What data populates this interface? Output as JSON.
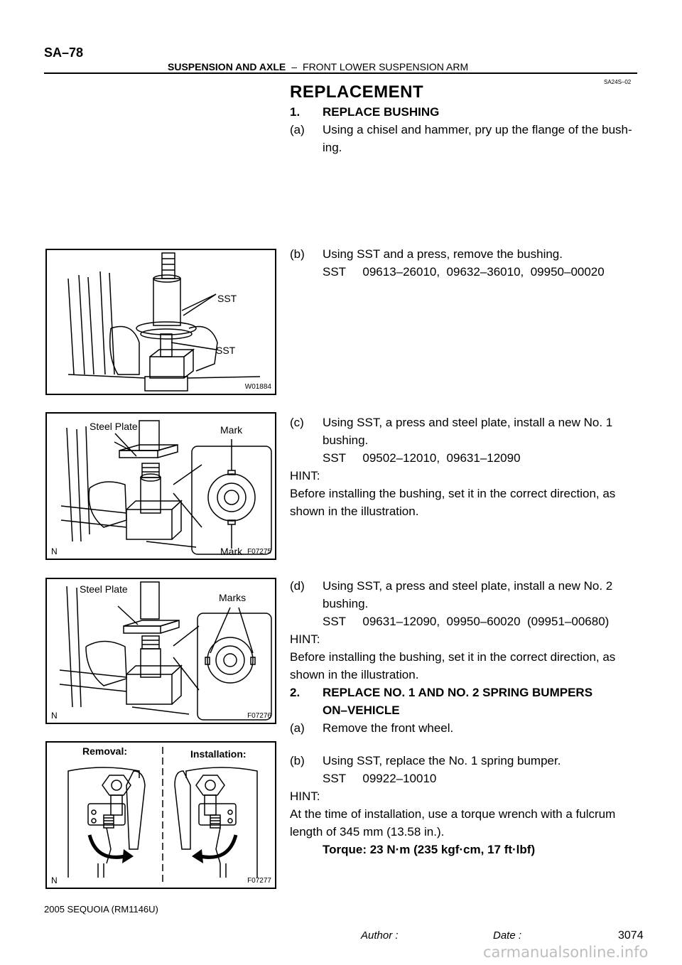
{
  "header": {
    "page_number": "SA–78",
    "section": "SUSPENSION AND AXLE",
    "separator": "–",
    "subsection": "FRONT LOWER SUSPENSION ARM",
    "doc_code": "SA24S–02"
  },
  "title": "REPLACEMENT",
  "steps": {
    "s1": {
      "num": "1.",
      "text": "REPLACE BUSHING"
    },
    "a1": {
      "label": "(a)",
      "line1": "Using a chisel and hammer, pry up the flange of the bush-",
      "line2": "ing."
    },
    "b1": {
      "label": "(b)",
      "line1": "Using SST and a press, remove the bushing.",
      "sst": "SST     09613–26010,  09632–36010,  09950–00020"
    },
    "c1": {
      "label": "(c)",
      "line1": "Using SST, a press and steel plate, install a new No. 1",
      "line2": "bushing.",
      "sst": "SST     09502–12010,  09631–12090",
      "hint": "HINT:",
      "hint_line1": "Before installing the bushing, set it in the correct direction, as",
      "hint_line2": "shown in the illustration."
    },
    "d1": {
      "label": "(d)",
      "line1": "Using SST, a press and steel plate, install a new No. 2",
      "line2": "bushing.",
      "sst": "SST     09631–12090,  09950–60020  (09951–00680)",
      "hint": "HINT:",
      "hint_line1": "Before installing the bushing, set it in the correct direction, as",
      "hint_line2": "shown in the illustration."
    },
    "s2": {
      "num": "2.",
      "line1": "REPLACE NO. 1 AND NO. 2 SPRING BUMPERS",
      "line2": "ON–VEHICLE"
    },
    "a2": {
      "label": "(a)",
      "text": "Remove the front wheel."
    },
    "b2": {
      "label": "(b)",
      "line1": "Using SST, replace the No. 1 spring bumper.",
      "sst": "SST     09922–10010",
      "hint": "HINT:",
      "hint_line1": "At the time of installation, use a torque wrench with a fulcrum",
      "hint_line2": "length of 345 mm (13.58 in.).",
      "torque": "Torque: 23 N·m (235 kgf·cm, 17 ft·lbf)"
    }
  },
  "figures": {
    "fig1": {
      "sst_upper": "SST",
      "sst_lower": "SST",
      "id": "W01884"
    },
    "fig2": {
      "steel_plate": "Steel Plate",
      "mark_top": "Mark",
      "mark_bottom": "Mark",
      "n": "N",
      "id": "F07275"
    },
    "fig3": {
      "steel_plate": "Steel Plate",
      "marks": "Marks",
      "n": "N",
      "id": "F07276"
    },
    "fig4": {
      "removal": "Removal:",
      "installation": "Installation:",
      "n": "N",
      "id": "F07277"
    }
  },
  "footer": {
    "model": "2005 SEQUOIA   (RM1146U)",
    "author": "Author :",
    "date": "Date :",
    "page_code": "3074",
    "watermark": "carmanualsonline.info"
  }
}
